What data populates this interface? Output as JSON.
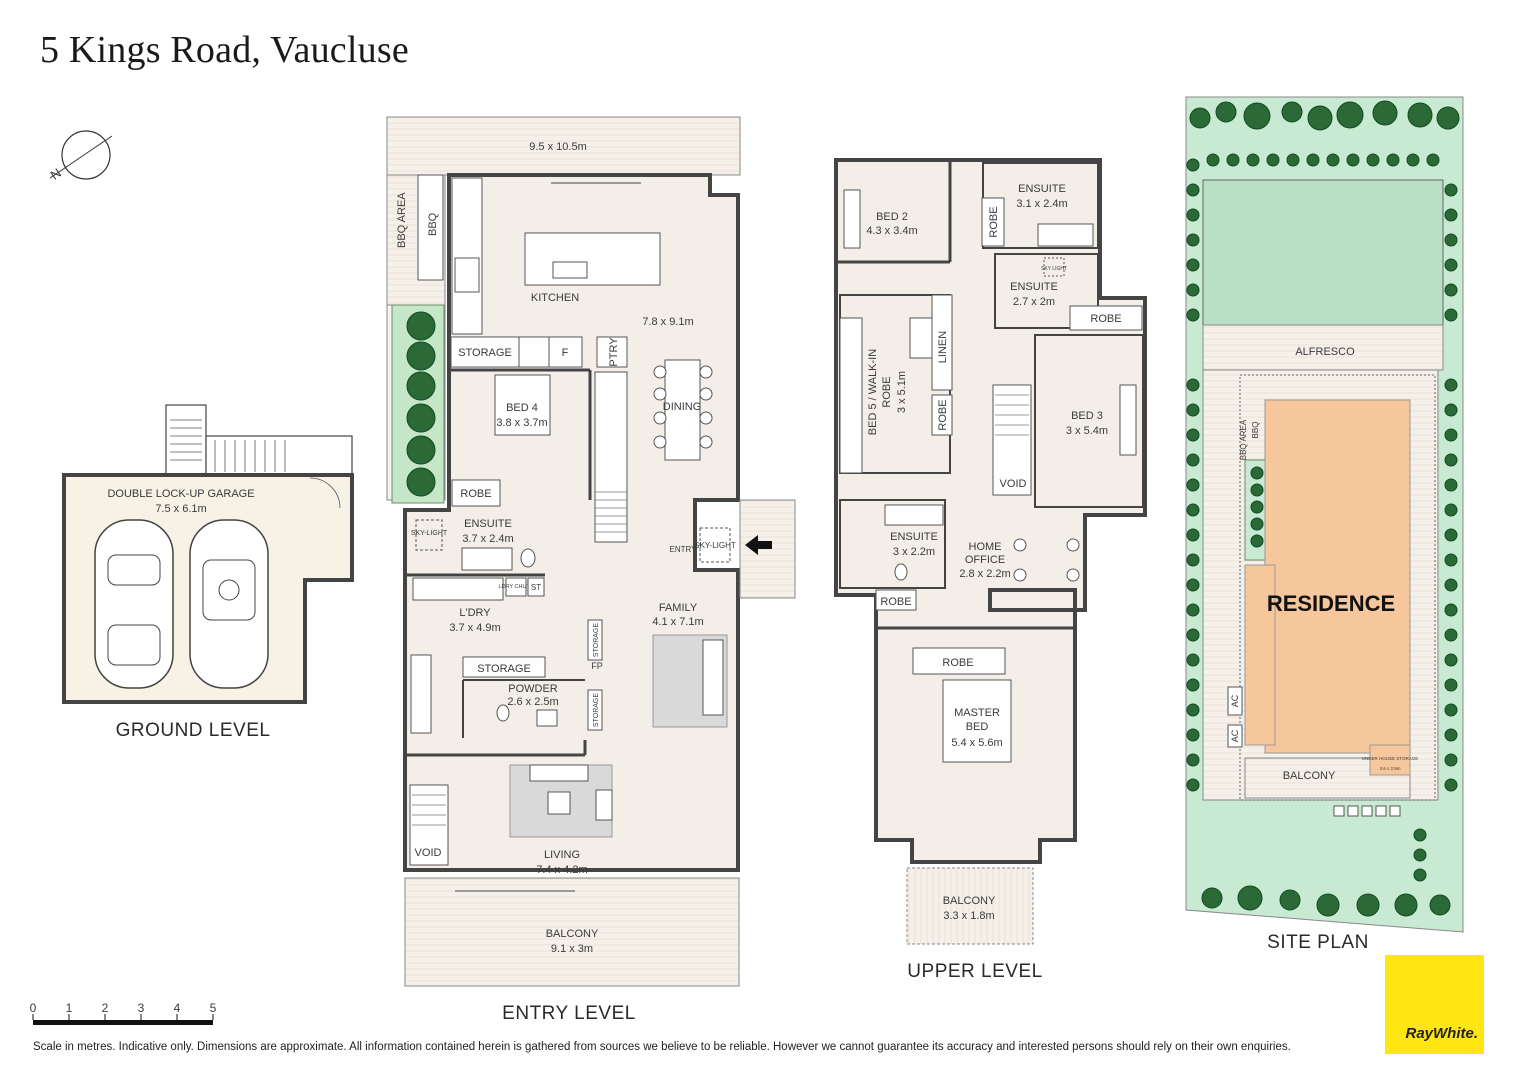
{
  "title": "5 Kings Road, Vaucluse",
  "compass_label": "N",
  "levels": {
    "ground": "GROUND LEVEL",
    "entry": "ENTRY LEVEL",
    "upper": "UPPER LEVEL",
    "site": "SITE PLAN"
  },
  "ground": {
    "garage_name": "DOUBLE LOCK-UP GARAGE",
    "garage_size": "7.5 x 6.1m"
  },
  "entry_rooms": {
    "overall": "9.5 x 10.5m",
    "bbq_area": "BBQ AREA",
    "bbq": "BBQ",
    "kitchen": "KITCHEN",
    "kitchen_size": "7.8 x 9.1m",
    "storage": "STORAGE",
    "fridge": "F",
    "pantry": "PTRY",
    "bed4": "BED 4",
    "bed4_size": "3.8 x 3.7m",
    "dining": "DINING",
    "robe": "ROBE",
    "ensuite": "ENSUITE",
    "ensuite_size": "3.7 x 2.4m",
    "skylight": "SKY-LIGHT",
    "entry": "ENTRY",
    "skylight2": "SKY-LIGHT",
    "laundry": "L'DRY",
    "laundry_size": "3.7 x 4.9m",
    "ldry_chute": "LDRY CHUTE",
    "st": "ST",
    "storage2": "STORAGE",
    "fp": "FP",
    "powder": "POWDER",
    "powder_size": "2.6 x 2.5m",
    "storage_v1": "STORAGE",
    "storage_v2": "STORAGE",
    "family": "FAMILY",
    "family_size": "4.1 x 7.1m",
    "living": "LIVING",
    "living_size": "7.4 x 4.2m",
    "void": "VOID",
    "balcony": "BALCONY",
    "balcony_size": "9.1 x 3m"
  },
  "upper_rooms": {
    "bed2": "BED 2",
    "bed2_size": "4.3 x 3.4m",
    "ensuite1": "ENSUITE",
    "ensuite1_size": "3.1 x 2.4m",
    "robe1": "ROBE",
    "ensuite2": "ENSUITE",
    "ensuite2_size": "2.7 x 2m",
    "skylight": "SKY LIGHT",
    "robe2": "ROBE",
    "bed5": "BED 5 / WALK-IN",
    "bed5_robe": "ROBE",
    "bed5_size": "3 x 5.1m",
    "linen": "LINEN",
    "robe3": "ROBE",
    "bed3": "BED 3",
    "bed3_size": "3 x 5.4m",
    "void": "VOID",
    "ensuite3": "ENSUITE",
    "ensuite3_size": "3 x 2.2m",
    "home_office": "HOME",
    "home_office2": "OFFICE",
    "home_office_size": "2.8 x 2.2m",
    "robe4": "ROBE",
    "robe5": "ROBE",
    "master": "MASTER",
    "master2": "BED",
    "master_size": "5.4 x 5.6m",
    "balcony": "BALCONY",
    "balcony_size": "3.3 x 1.8m"
  },
  "site": {
    "alfresco": "ALFRESCO",
    "bbq_area": "BBQ AREA",
    "bbq": "BBQ",
    "residence": "RESIDENCE",
    "ac1": "AC",
    "ac2": "AC",
    "balcony": "BALCONY",
    "under_storage": "UNDER HOUSE STORAGE",
    "under_storage_size": "3.6 x 2.9m"
  },
  "scale": {
    "ticks": [
      "0",
      "1",
      "2",
      "3",
      "4",
      "5"
    ]
  },
  "disclaimer": "Scale in metres. Indicative only. Dimensions are approximate. All information contained herein is gathered from sources we believe to be reliable. However we cannot guarantee its accuracy and interested persons should rely on their own enquiries.",
  "logo_text": "RayWhite.",
  "colors": {
    "floor": "#f3efe8",
    "wall": "#444444",
    "deck": "#f5f1ea",
    "lawn": "#c9ead2",
    "residence": "#f6c79c",
    "furniture_grey": "#d9d9d9",
    "logo": "#ffe512"
  }
}
